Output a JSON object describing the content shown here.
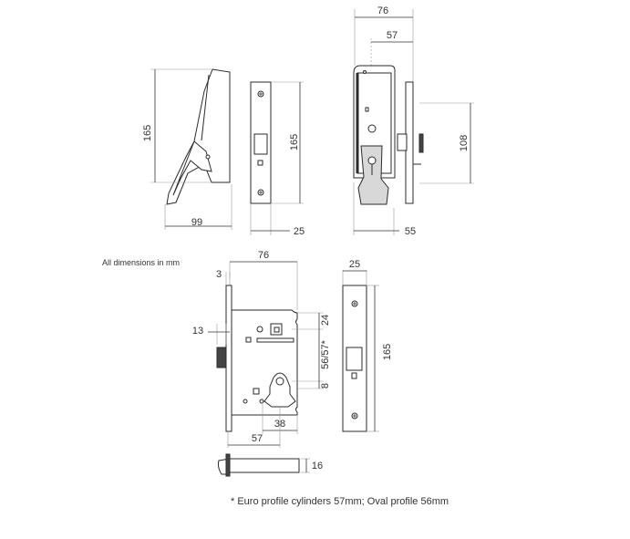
{
  "units_note": "All dimensions in mm",
  "footnote": "* Euro profile cylinders 57mm; Oval profile 56mm",
  "dimensions": {
    "handle_height": "165",
    "handle_depth": "99",
    "forend_height": "165",
    "forend_width": "25",
    "overall_depth": "76",
    "backset_57": "57",
    "height_108": "108",
    "projection_55": "55",
    "case_depth": "76",
    "forend_thickness": "3",
    "latch_projection": "13",
    "spindle_offset": "24",
    "centres": "56/57*",
    "cylinder_offset": "8",
    "cylinder_spacing": "38",
    "backset": "57",
    "forend_plate_width": "25",
    "forend_plate_height": "165",
    "bolt_thickness": "16"
  }
}
